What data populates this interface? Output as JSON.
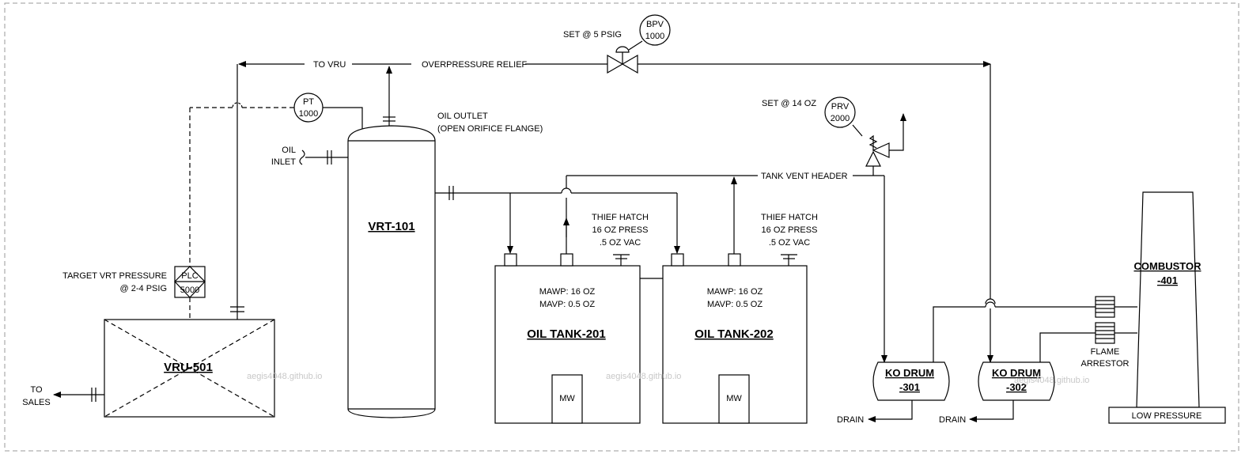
{
  "equipment": {
    "vrt": "VRT-101",
    "vru": "VRU-501",
    "tank1": "OIL TANK-201",
    "tank2": "OIL TANK-202",
    "ko1_line1": "KO DRUM",
    "ko1_line2": "-301",
    "ko2_line1": "KO DRUM",
    "ko2_line2": "-302",
    "combustor_line1": "COMBUSTOR",
    "combustor_line2": "-401",
    "combustor_base": "LOW PRESSURE",
    "mw": "MW"
  },
  "instruments": {
    "pt_line1": "PT",
    "pt_line2": "1000",
    "bpv_line1": "BPV",
    "bpv_line2": "1000",
    "prv_line1": "PRV",
    "prv_line2": "2000",
    "plc_line1": "PLC",
    "plc_line2": "5000"
  },
  "labels": {
    "to_vru": "TO VRU",
    "overpressure": "OVERPRESSURE RELIEF",
    "set_5psig": "SET @ 5 PSIG",
    "set_14oz": "SET @ 14 OZ",
    "oil_outlet_1": "OIL OUTLET",
    "oil_outlet_2": "(OPEN ORIFICE FLANGE)",
    "oil_inlet_1": "OIL",
    "oil_inlet_2": "INLET",
    "tank_vent_header": "TANK VENT HEADER",
    "thief_1": "THIEF HATCH",
    "thief_2": "16 OZ PRESS",
    "thief_3": ".5 OZ VAC",
    "mawp": "MAWP: 16 OZ",
    "mavp": "MAVP: 0.5 OZ",
    "target_1": "TARGET VRT PRESSURE",
    "target_2": "@ 2-4 PSIG",
    "to_sales_1": "TO",
    "to_sales_2": "SALES",
    "drain": "DRAIN",
    "flame_1": "FLAME",
    "flame_2": "ARRESTOR",
    "watermark": "aegis4048.github.io"
  }
}
